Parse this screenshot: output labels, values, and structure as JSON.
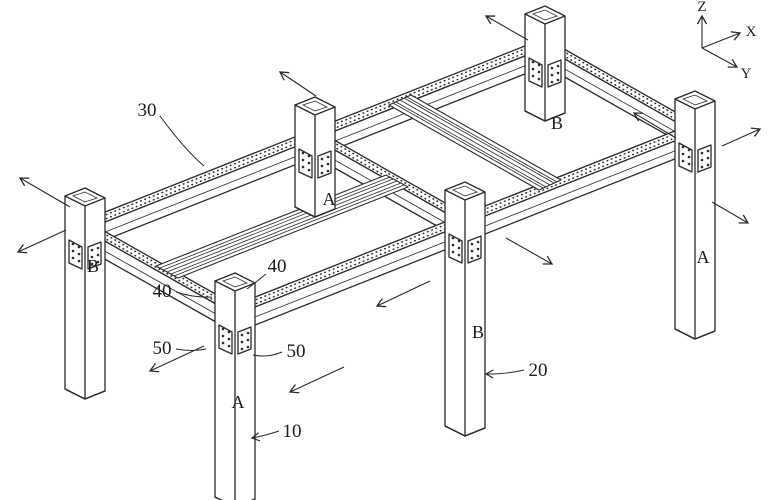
{
  "colors": {
    "line": "#2b2b2b",
    "background": "#ffffff"
  },
  "diagram": {
    "type": "patent-isometric-drawing",
    "description": "Isometric patent figure of a modular steel frame: six hollow square-tube columns, perimeter and cross beams with stippled top flanges, two diagonal corrugated brace strips, and bolted gusset-plate joints with section arrows.",
    "axis_triad": {
      "z": "Z",
      "x": "X",
      "y": "Y"
    },
    "reference_labels": [
      {
        "id": "label-30",
        "text": "30",
        "points_to": "top beam frame"
      },
      {
        "id": "label-40-left",
        "text": "40",
        "points_to": "upper joint bracket"
      },
      {
        "id": "label-40-right",
        "text": "40",
        "points_to": "upper joint bracket"
      },
      {
        "id": "label-50-left",
        "text": "50",
        "points_to": "lower gusset plate"
      },
      {
        "id": "label-50-right",
        "text": "50",
        "points_to": "lower gusset plate"
      },
      {
        "id": "label-10",
        "text": "10",
        "points_to": "front corner column"
      },
      {
        "id": "label-20",
        "text": "20",
        "points_to": "center front column"
      }
    ],
    "section_letters": [
      {
        "id": "sec-b-left",
        "text": "B"
      },
      {
        "id": "sec-a-front",
        "text": "A"
      },
      {
        "id": "sec-a-rear",
        "text": "A"
      },
      {
        "id": "sec-b-center",
        "text": "B"
      },
      {
        "id": "sec-b-top",
        "text": "B"
      },
      {
        "id": "sec-a-right",
        "text": "A"
      }
    ]
  }
}
